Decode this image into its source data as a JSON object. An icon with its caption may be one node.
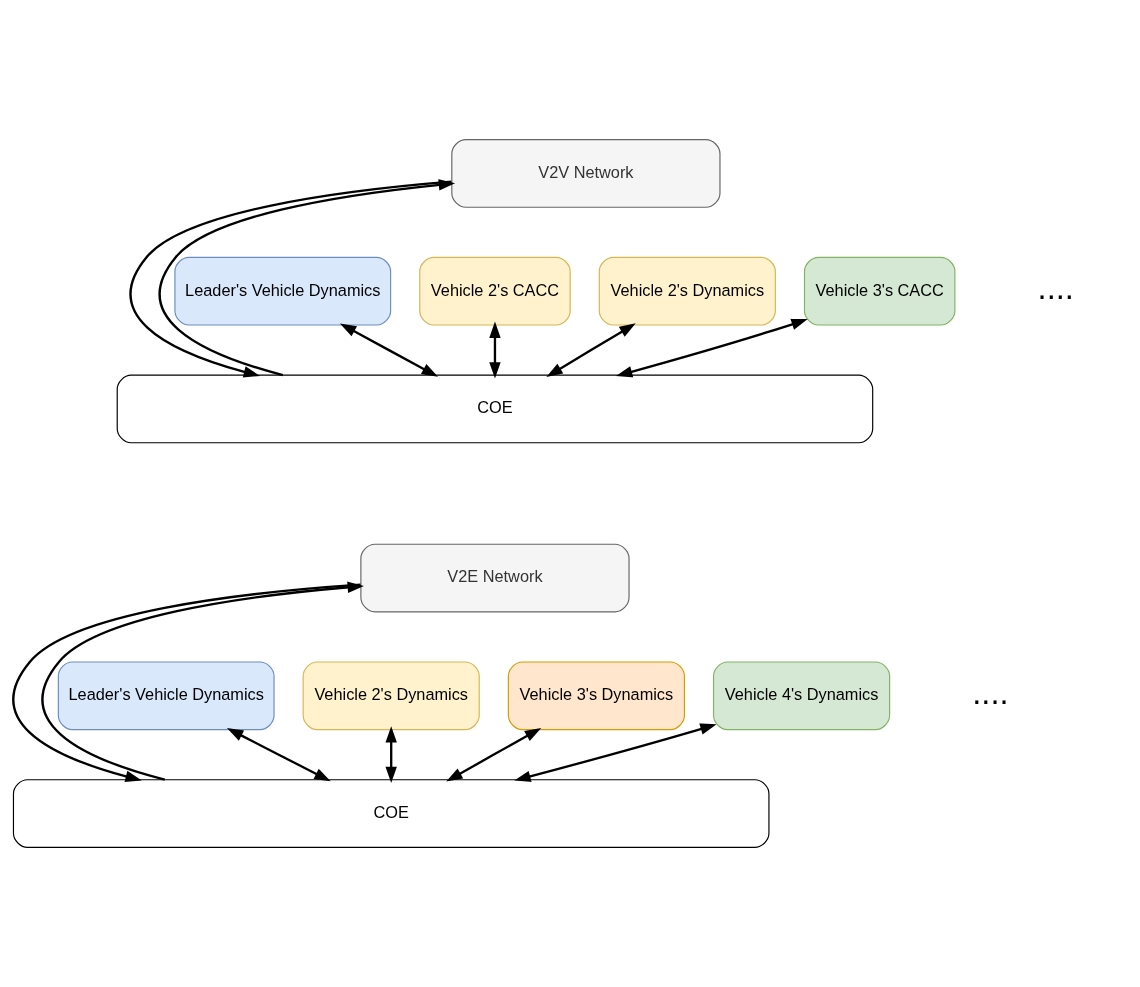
{
  "diagram": {
    "nodes": [
      {
        "text": [
          "V2V Network"
        ]
      },
      {
        "text": [
          "Leader's Vehicle Dynamics"
        ]
      },
      {
        "text": [
          "Vehicle 2's CACC"
        ]
      },
      {
        "text": [
          "Vehicle 2's Dynamics"
        ]
      },
      {
        "text": [
          "Vehicle 3's CACC"
        ]
      },
      {
        "text": [
          "COE"
        ]
      },
      {
        "text": [
          "V2E Network"
        ]
      },
      {
        "text": [
          "Leader's Vehicle Dynamics"
        ]
      },
      {
        "text": [
          "Vehicle 2's Dynamics"
        ]
      },
      {
        "text": [
          "Vehicle 3's Dynamics"
        ]
      },
      {
        "text": [
          "Vehicle 4's Dynamics"
        ]
      },
      {
        "text": [
          "COE"
        ]
      }
    ],
    "edges": [
      {
        "from": 0,
        "to": 5,
        "arrow": "to"
      },
      {
        "from": 1,
        "to": 5,
        "arrow": "both"
      },
      {
        "from": 2,
        "to": 5,
        "arrow": "both"
      },
      {
        "from": 3,
        "to": 5,
        "arrow": "both"
      },
      {
        "from": 4,
        "to": 5,
        "arrow": "both"
      },
      {
        "from": 5,
        "to": 0,
        "arrow": "to"
      },
      {
        "from": 6,
        "to": 11,
        "arrow": "to"
      },
      {
        "from": 7,
        "to": 11,
        "arrow": "both"
      },
      {
        "from": 8,
        "to": 11,
        "arrow": "both"
      },
      {
        "from": 9,
        "to": 11,
        "arrow": "both"
      },
      {
        "from": 10,
        "to": 11,
        "arrow": "both"
      },
      {
        "from": 11,
        "to": 6,
        "arrow": "to"
      }
    ],
    "labels": [
      "....",
      "...."
    ]
  }
}
